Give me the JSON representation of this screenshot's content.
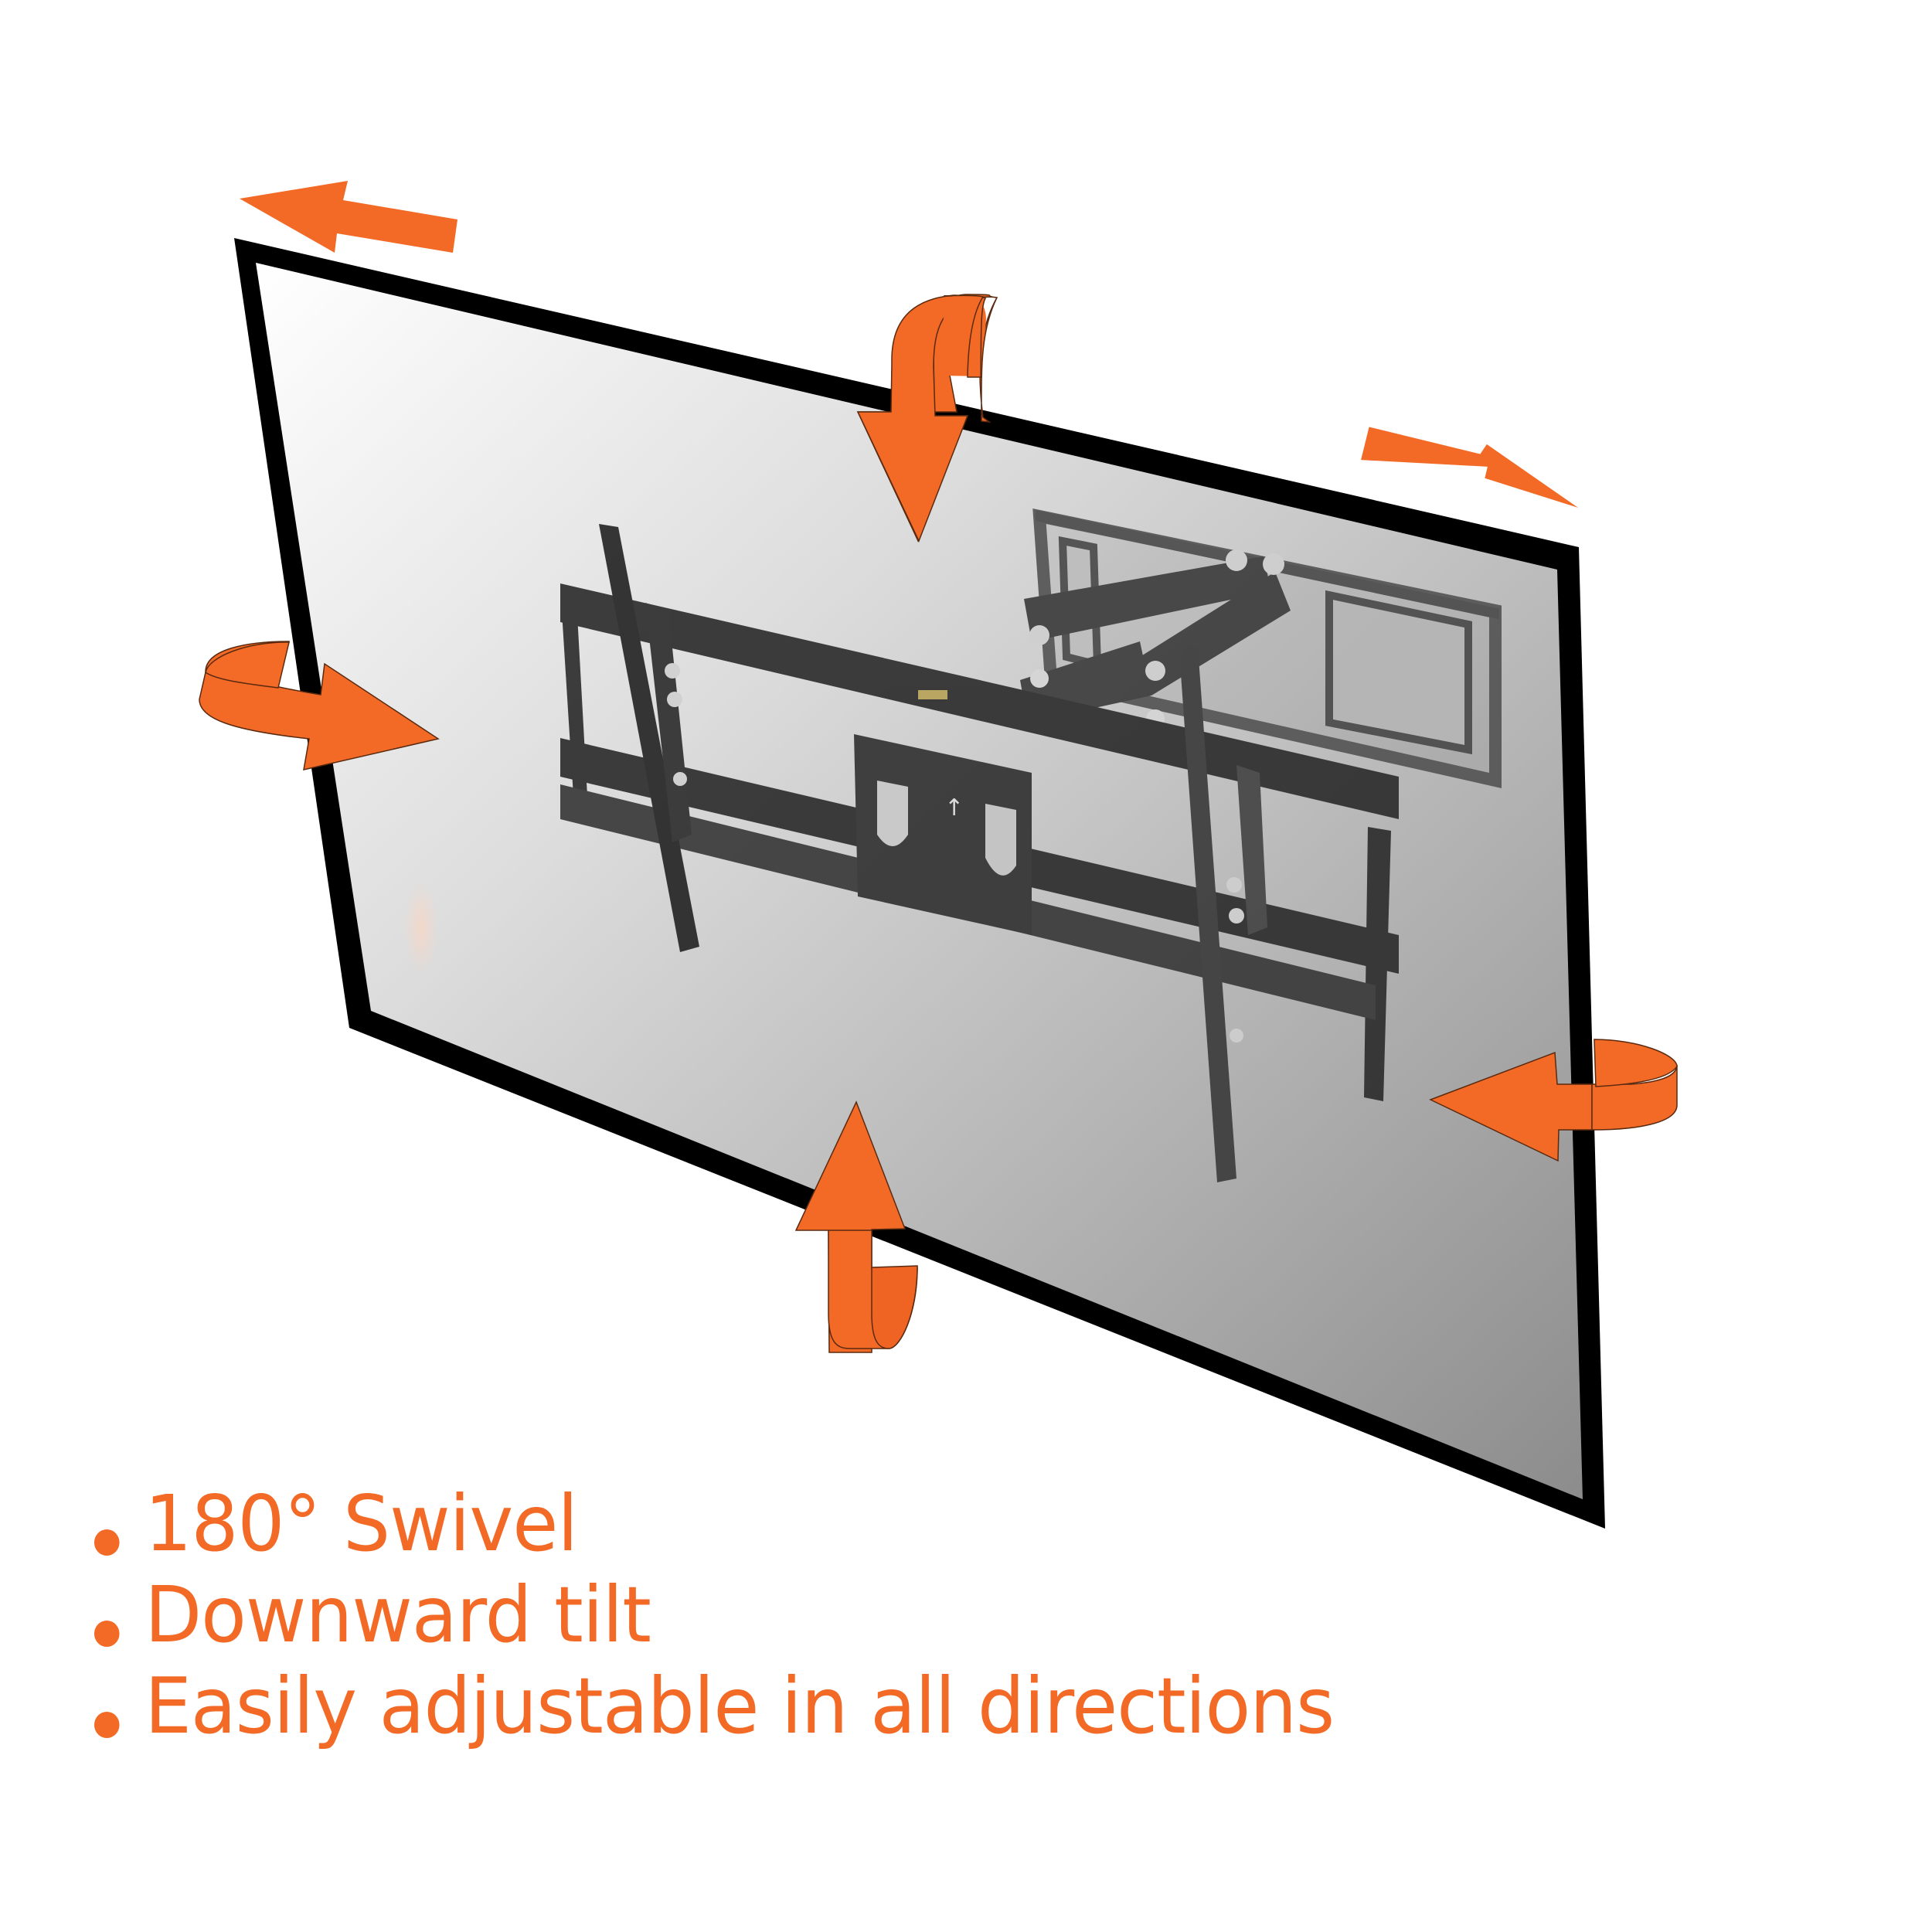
{
  "graphic": {
    "subject": "Full-motion TV wall mount bracket",
    "accent_color": "#f26a26",
    "frame_color": "#000000",
    "screen_gradient": [
      "#ffffff",
      "#d8d8d8",
      "#8f8f8f"
    ],
    "arrows": [
      {
        "name": "swivel-left-arrow",
        "type": "straight",
        "direction": "left"
      },
      {
        "name": "swivel-right-arrow",
        "type": "straight",
        "direction": "right"
      },
      {
        "name": "tilt-down-arrow",
        "type": "curled",
        "direction": "down"
      },
      {
        "name": "tilt-up-arrow",
        "type": "curled",
        "direction": "up"
      },
      {
        "name": "rotate-in-left-arrow",
        "type": "curled",
        "direction": "right"
      },
      {
        "name": "rotate-in-right-arrow",
        "type": "curled",
        "direction": "left"
      }
    ]
  },
  "features": [
    {
      "label": "180° Swivel"
    },
    {
      "label": "Downward tilt"
    },
    {
      "label": "Easily adjustable in all directions"
    }
  ]
}
